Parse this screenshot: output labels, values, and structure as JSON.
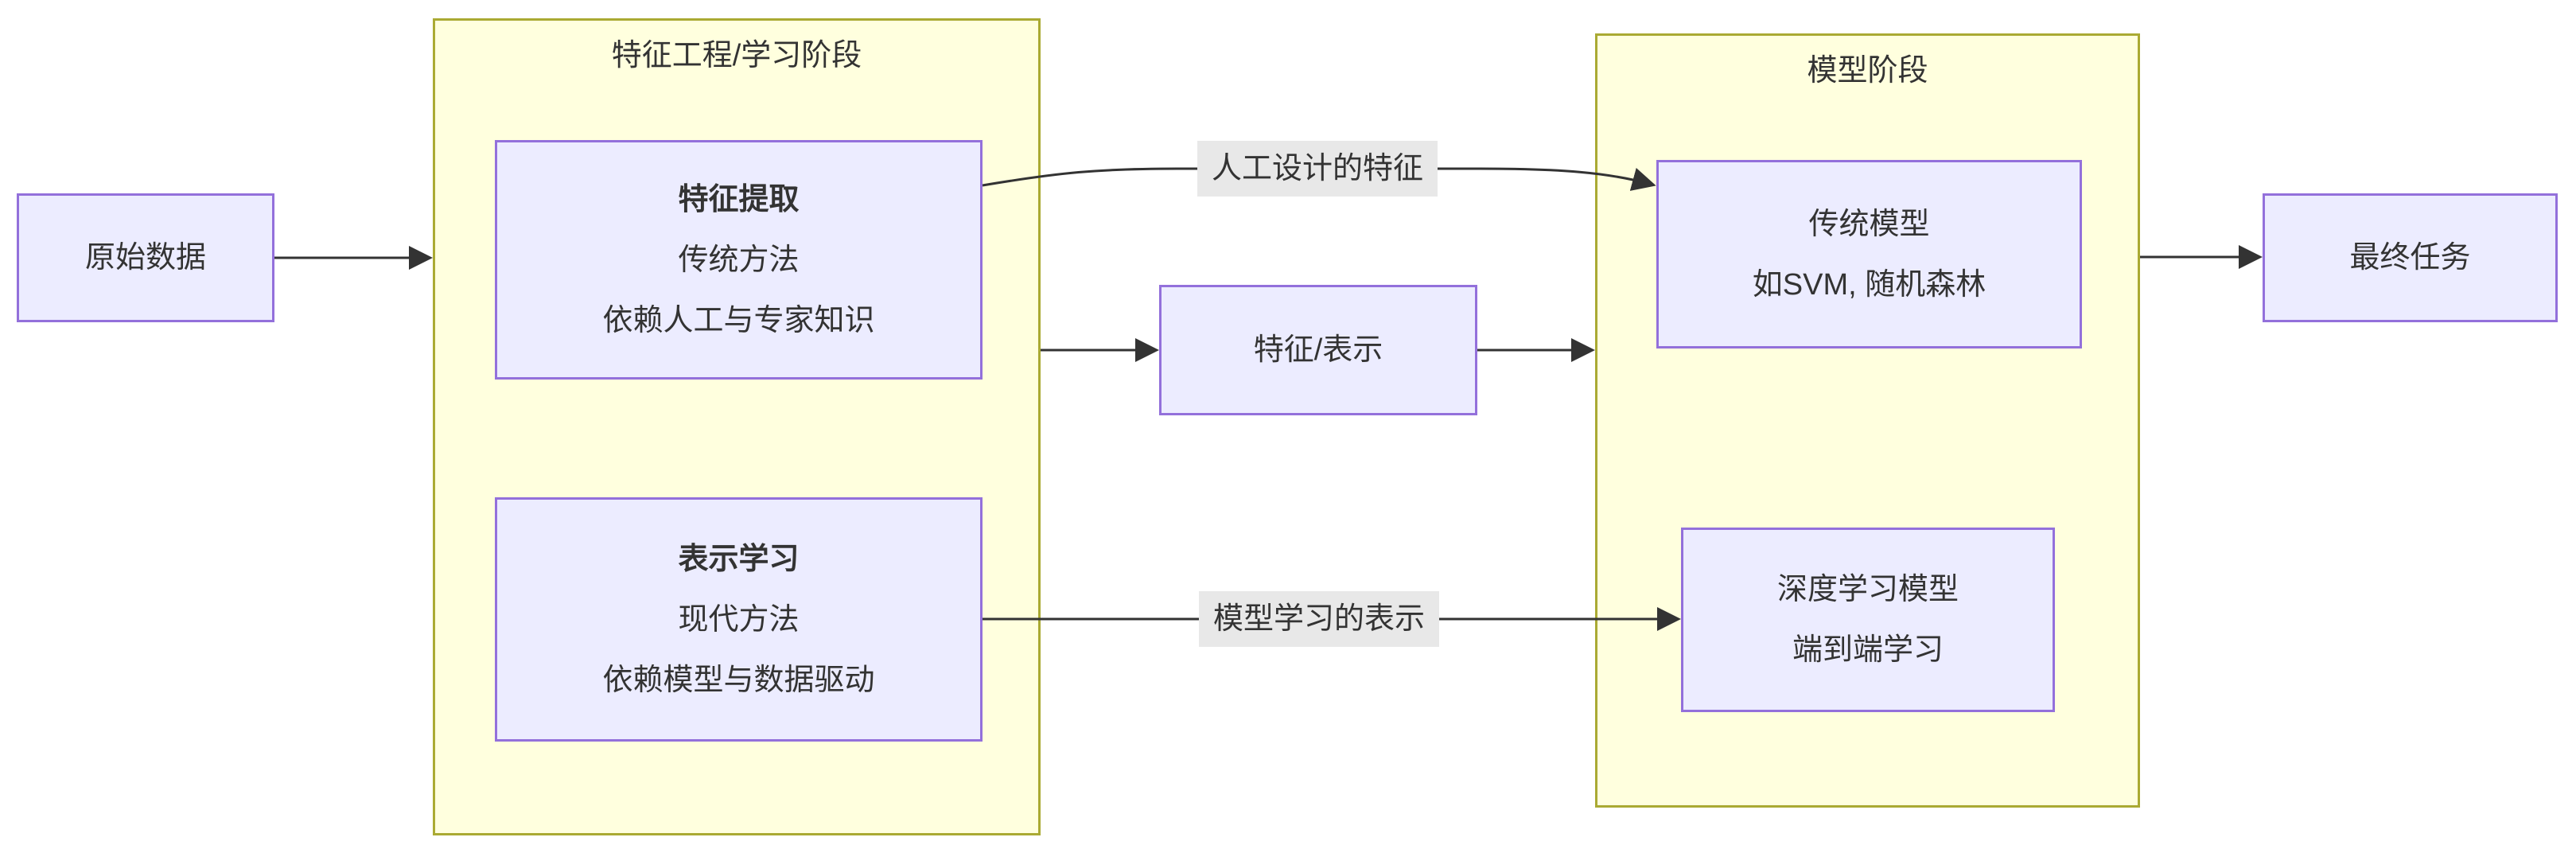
{
  "diagram": {
    "type": "flowchart",
    "background": "#FFFFFF",
    "colors": {
      "node_fill": "#ECECFF",
      "node_border": "#9370DB",
      "cluster_fill": "#FFFFDE",
      "cluster_border": "#AAAA33",
      "edge_color": "#333333",
      "text_color": "#333333",
      "edge_label_bg": "#E8E8E8"
    },
    "clusters": {
      "feature_stage": {
        "title": "特征工程/学习阶段"
      },
      "model_stage": {
        "title": "模型阶段"
      }
    },
    "nodes": {
      "raw_data": {
        "label": "原始数据"
      },
      "feature_extraction": {
        "title": "特征提取",
        "line1": "传统方法",
        "line2": "依赖人工与专家知识"
      },
      "representation_learning": {
        "title": "表示学习",
        "line1": "现代方法",
        "line2": "依赖模型与数据驱动"
      },
      "feature_repr": {
        "label": "特征/表示"
      },
      "traditional_model": {
        "line1": "传统模型",
        "line2": "如SVM, 随机森林"
      },
      "deep_learning_model": {
        "line1": "深度学习模型",
        "line2": "端到端学习"
      },
      "final_task": {
        "label": "最终任务"
      }
    },
    "edge_labels": {
      "manual_features": "人工设计的特征",
      "model_learned": "模型学习的表示"
    },
    "connections": [
      {
        "from": "原始数据",
        "to": "特征工程/学习阶段",
        "label": ""
      },
      {
        "from": "特征提取",
        "to": "传统模型",
        "label": "人工设计的特征"
      },
      {
        "from": "特征工程/学习阶段",
        "to": "特征/表示",
        "label": ""
      },
      {
        "from": "特征/表示",
        "to": "模型阶段",
        "label": ""
      },
      {
        "from": "表示学习",
        "to": "深度学习模型",
        "label": "模型学习的表示"
      },
      {
        "from": "模型阶段",
        "to": "最终任务",
        "label": ""
      }
    ]
  }
}
